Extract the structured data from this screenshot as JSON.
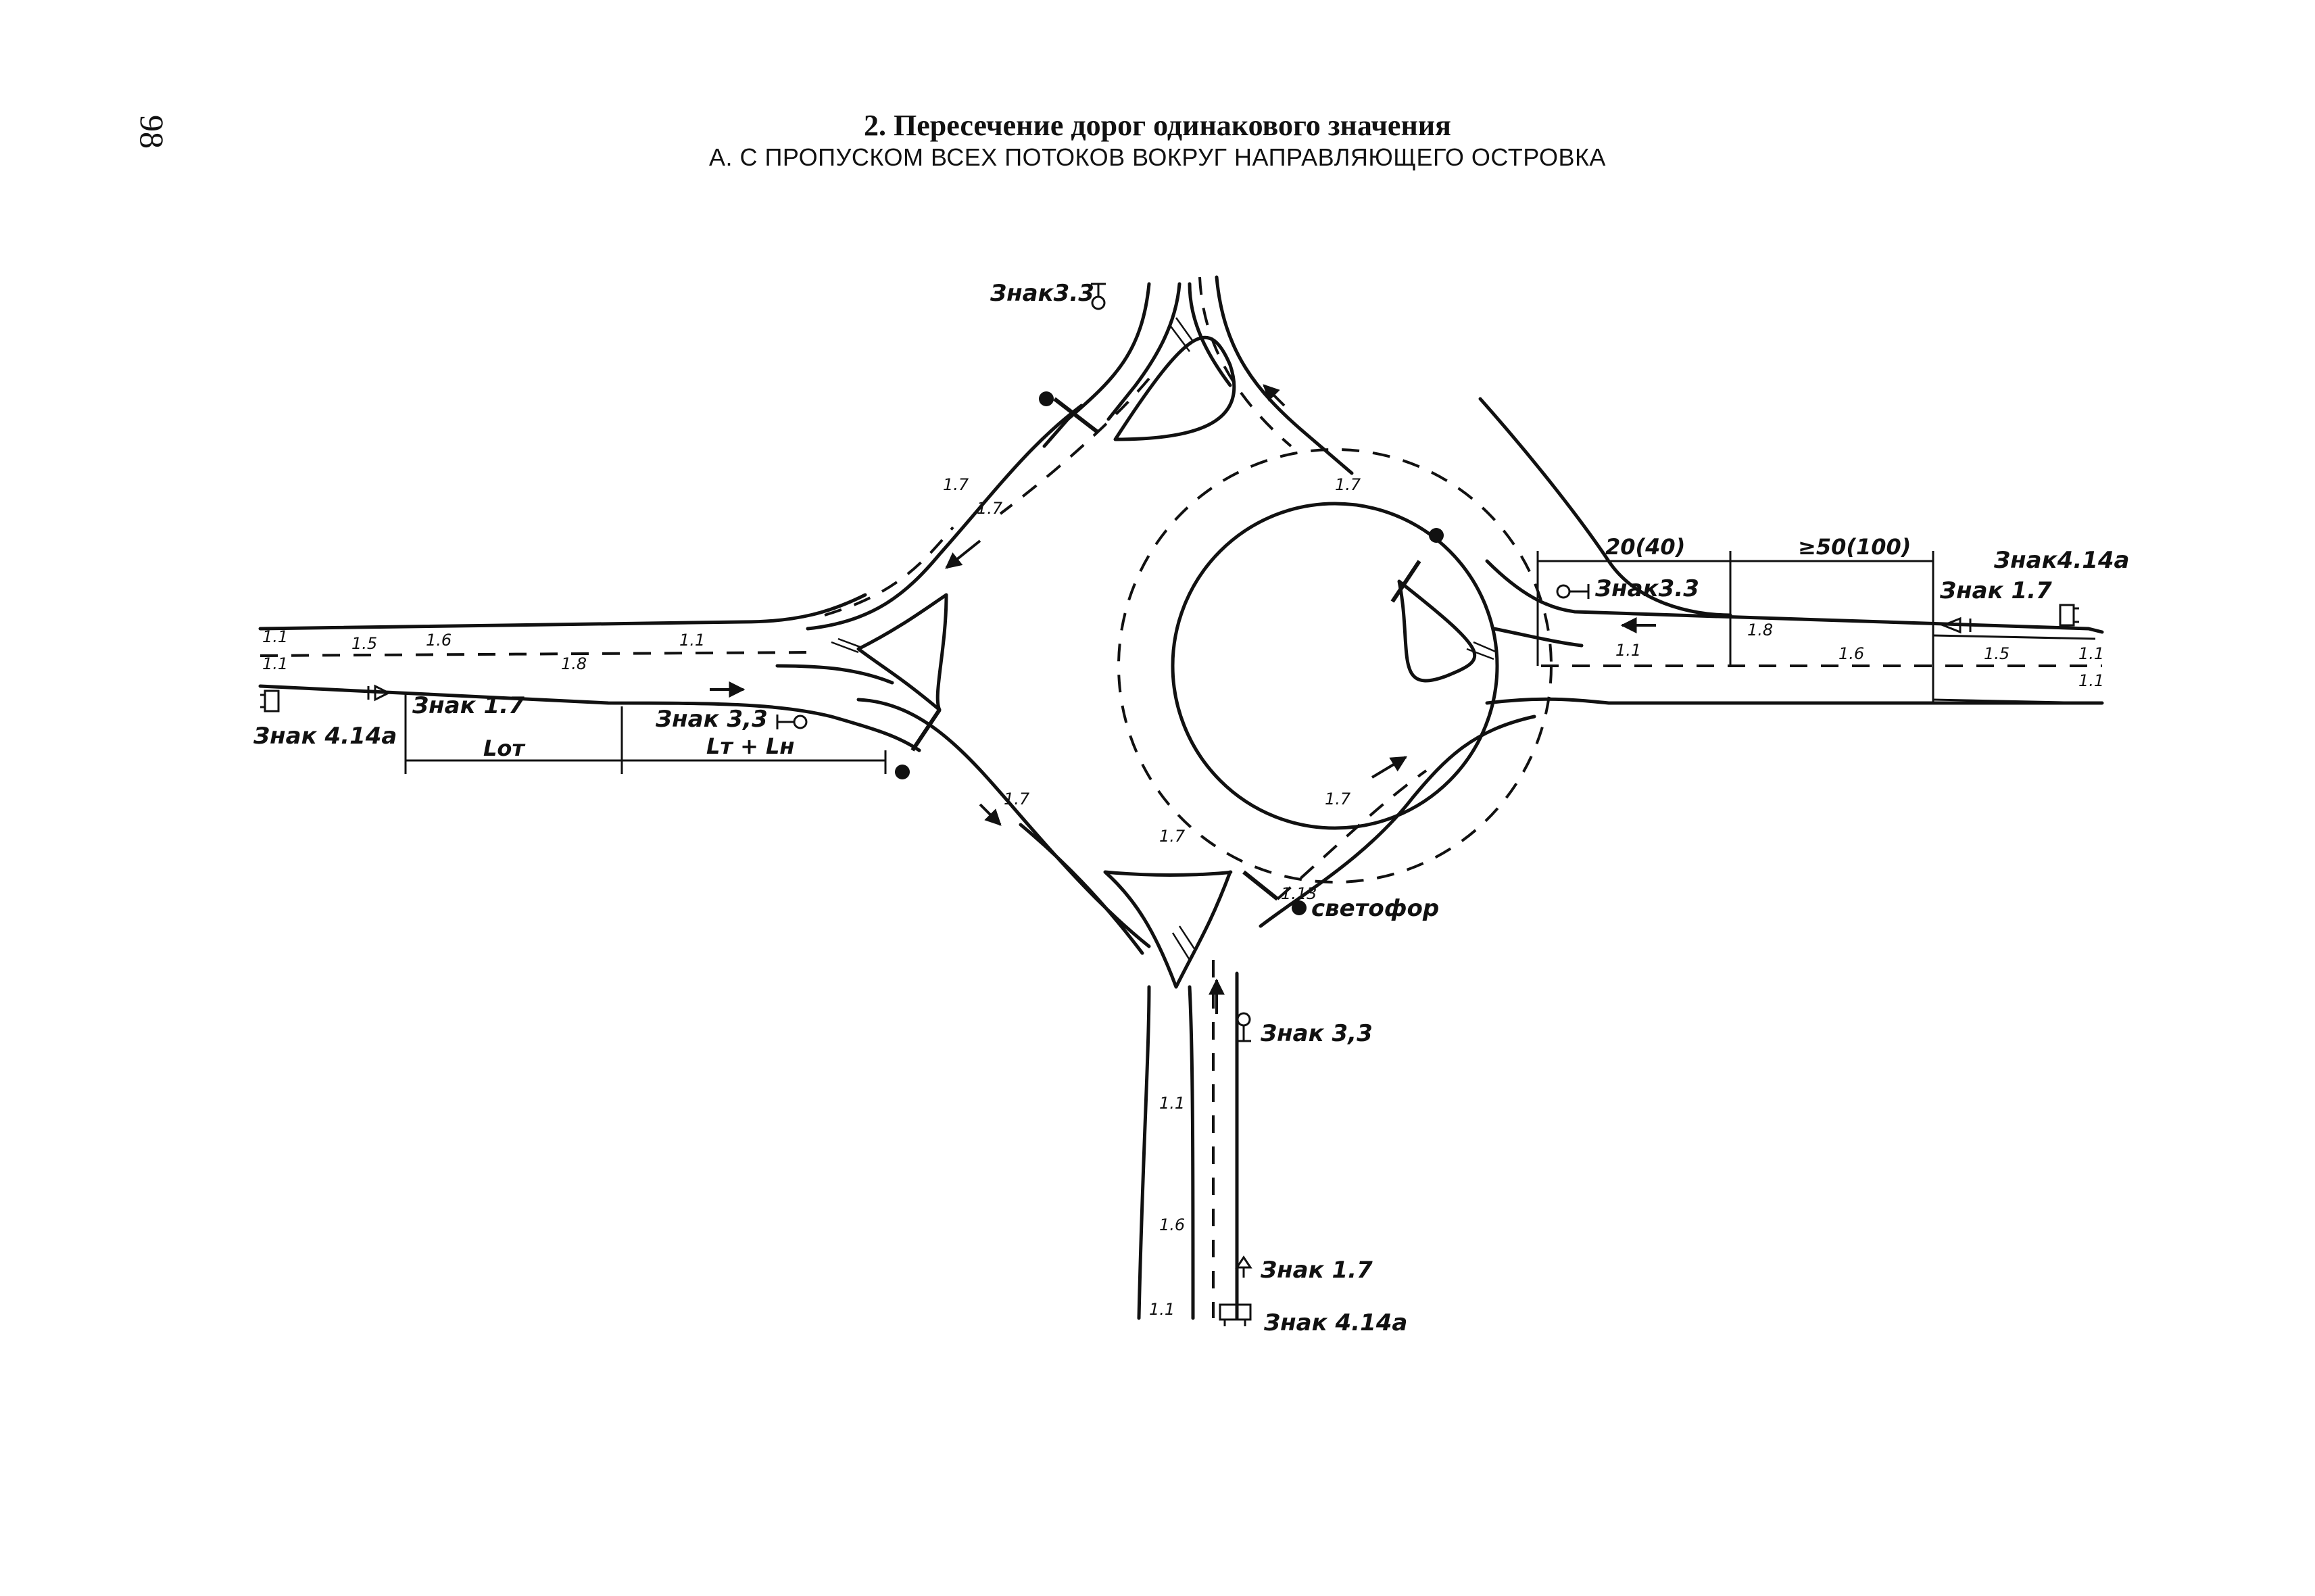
{
  "page_number": "98",
  "header": {
    "title": "2. Пересечение дорог одинакового значения",
    "subtitle": "А. С ПРОПУСКОМ ВСЕХ ПОТОКОВ ВОКРУГ НАПРАВЛЯЮЩЕГО ОСТРОВКА"
  },
  "markings": {
    "m_1_1": "1.1",
    "m_1_5": "1.5",
    "m_1_6": "1.6",
    "m_1_7": "1.7",
    "m_1_8": "1.8",
    "m_1_13": "1.13"
  },
  "signs": {
    "sign_3_3": "Знак 3.3",
    "sign_3_3_alt": "Знак 3,3",
    "sign_3_3_top": "Знак3.3",
    "sign_1_7": "Знак 1.7",
    "sign_4_14a_left": "Знак 4.14а",
    "sign_4_14a_right": "Знак4.14а",
    "sign_4_14a_bottom": "Знак 4.14а",
    "traffic_light": "светофор"
  },
  "dimensions": {
    "l_ot": "Lот",
    "l_t_plus_l_n": "Lт + Lн",
    "d_20_40": "20(40)",
    "d_50_100": "≥50(100)"
  },
  "colors": {
    "ink": "#111111",
    "paper": "#ffffff"
  }
}
